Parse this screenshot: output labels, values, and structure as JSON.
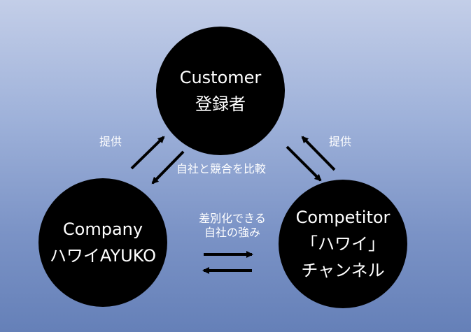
{
  "nodes": {
    "customer": {
      "line1": "Customer",
      "line2": "登録者"
    },
    "company": {
      "line1": "Company",
      "line2": "ハワイAYUKO"
    },
    "competitor": {
      "line1": "Competitor",
      "line2": "「ハワイ」",
      "line3": "チャンネル"
    }
  },
  "edges": {
    "left_label": "提供",
    "right_label": "提供",
    "compare_label": "自社と競合を比較",
    "diff_line1": "差別化できる",
    "diff_line2": "自社の強み"
  },
  "colors": {
    "circle": "#000000",
    "text": "#ffffff",
    "background_top": "#c3cee8",
    "background_bottom": "#6580b8"
  }
}
